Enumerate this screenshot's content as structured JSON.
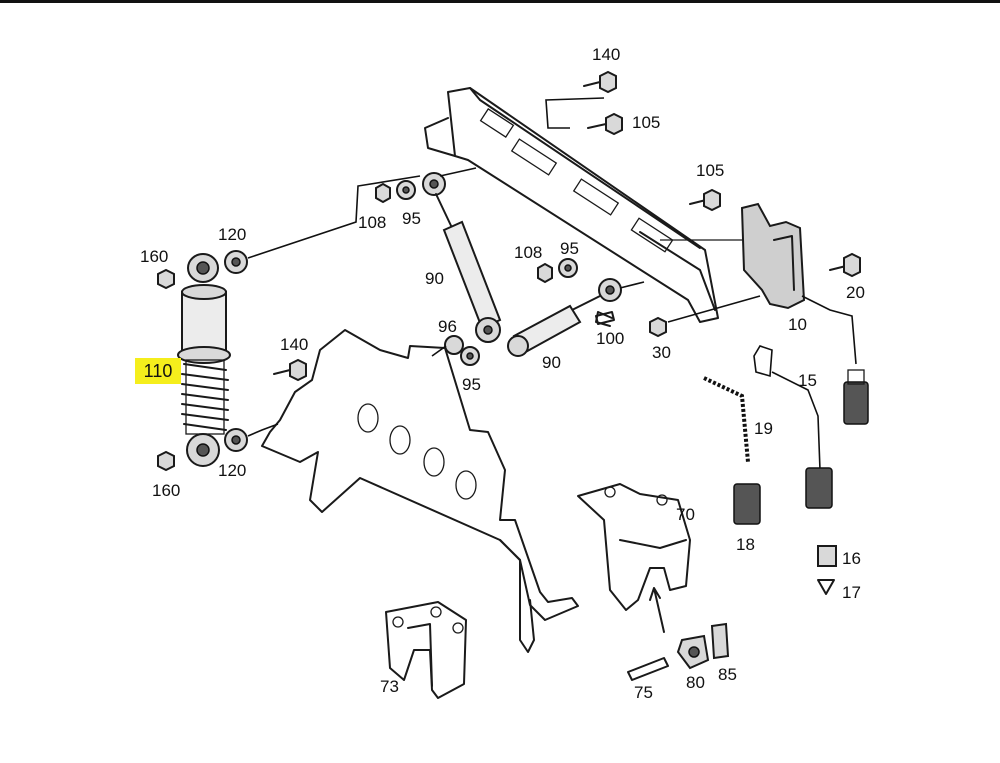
{
  "labels": {
    "p140a": "140",
    "p105a": "105",
    "p105b": "105",
    "p120a": "120",
    "p160a": "160",
    "p108a": "108",
    "p95a": "95",
    "p108b": "108",
    "p95b": "95",
    "p90a": "90",
    "p20": "20",
    "p10": "10",
    "p96": "96",
    "p95c": "95",
    "p100": "100",
    "p30": "30",
    "p90b": "90",
    "p140b": "140",
    "p110": "110",
    "p15": "15",
    "p19": "19",
    "p120b": "120",
    "p160b": "160",
    "p70": "70",
    "p18": "18",
    "p16": "16",
    "p17": "17",
    "p73": "73",
    "p75": "75",
    "p80": "80",
    "p85": "85"
  },
  "highlight": {
    "label": "110",
    "color": "#f5ee1c"
  }
}
